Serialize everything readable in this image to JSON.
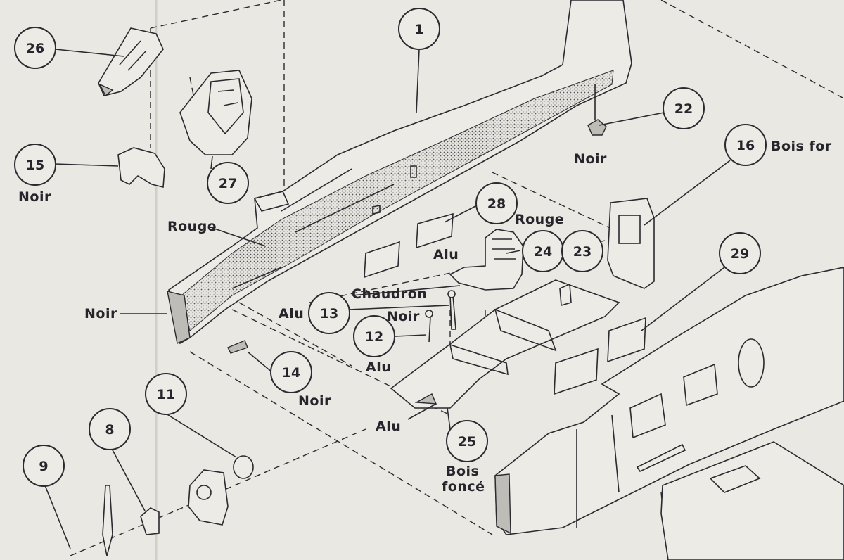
{
  "parts": {
    "p1": "1",
    "p8": "8",
    "p9": "9",
    "p11": "11",
    "p12": "12",
    "p13": "13",
    "p14": "14",
    "p15": "15",
    "p16": "16",
    "p22": "22",
    "p23": "23",
    "p24": "24",
    "p25": "25",
    "p26": "26",
    "p27": "27",
    "p28": "28",
    "p29": "29"
  },
  "labels": {
    "noir_15": "Noir",
    "noir_22": "Noir",
    "bois_16": "Bois for",
    "rouge_1": "Rouge",
    "rouge_24": "Rouge",
    "noir_1": "Noir",
    "alu_24": "Alu",
    "chaudron": "Chaudron",
    "alu_13": "Alu",
    "noir_13": "Noir",
    "alu_12": "Alu",
    "noir_14": "Noir",
    "alu_25": "Alu",
    "bois_25_a": "Bois",
    "bois_25_b": "foncé"
  },
  "colors": {
    "paper": "#e9e8e2",
    "ink": "#2a2a30"
  }
}
